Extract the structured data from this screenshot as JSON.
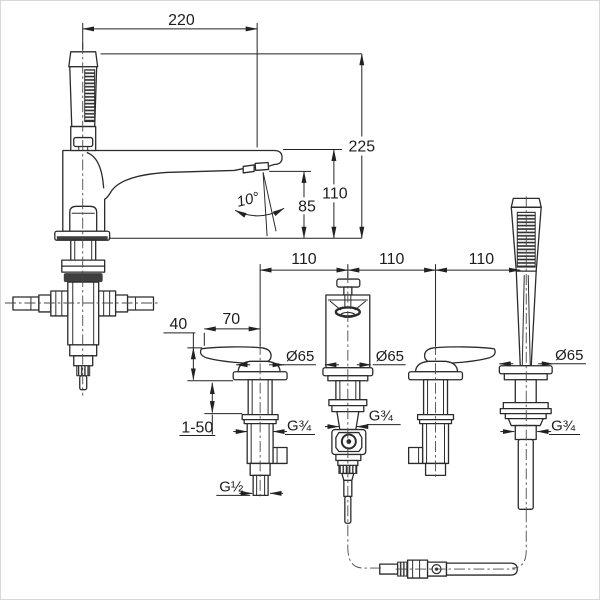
{
  "drawing": {
    "type": "technical-dimension-drawing",
    "subject": "4-hole deck-mounted bath and shower mixer with pull-out hand shower",
    "colors": {
      "line": "#2b2b2b",
      "background": "#ffffff",
      "frame_border": "#d8d8d8"
    }
  },
  "dims": {
    "spout_reach": "220",
    "height_total": "225",
    "height_spout": "110",
    "height_outlet": "85",
    "stream_angle": "10°",
    "spacing_a": "110",
    "spacing_b": "110",
    "spacing_c": "110",
    "lever_length": "70",
    "lever_height": "40",
    "mounting_range": "1-50",
    "dia_handle": "Ø65",
    "dia_diverter": "Ø65",
    "dia_shower": "Ø65",
    "thread_handle": "G¾",
    "thread_diverter": "G¾",
    "thread_shower": "G¾",
    "thread_spout_inlet": "G½"
  }
}
